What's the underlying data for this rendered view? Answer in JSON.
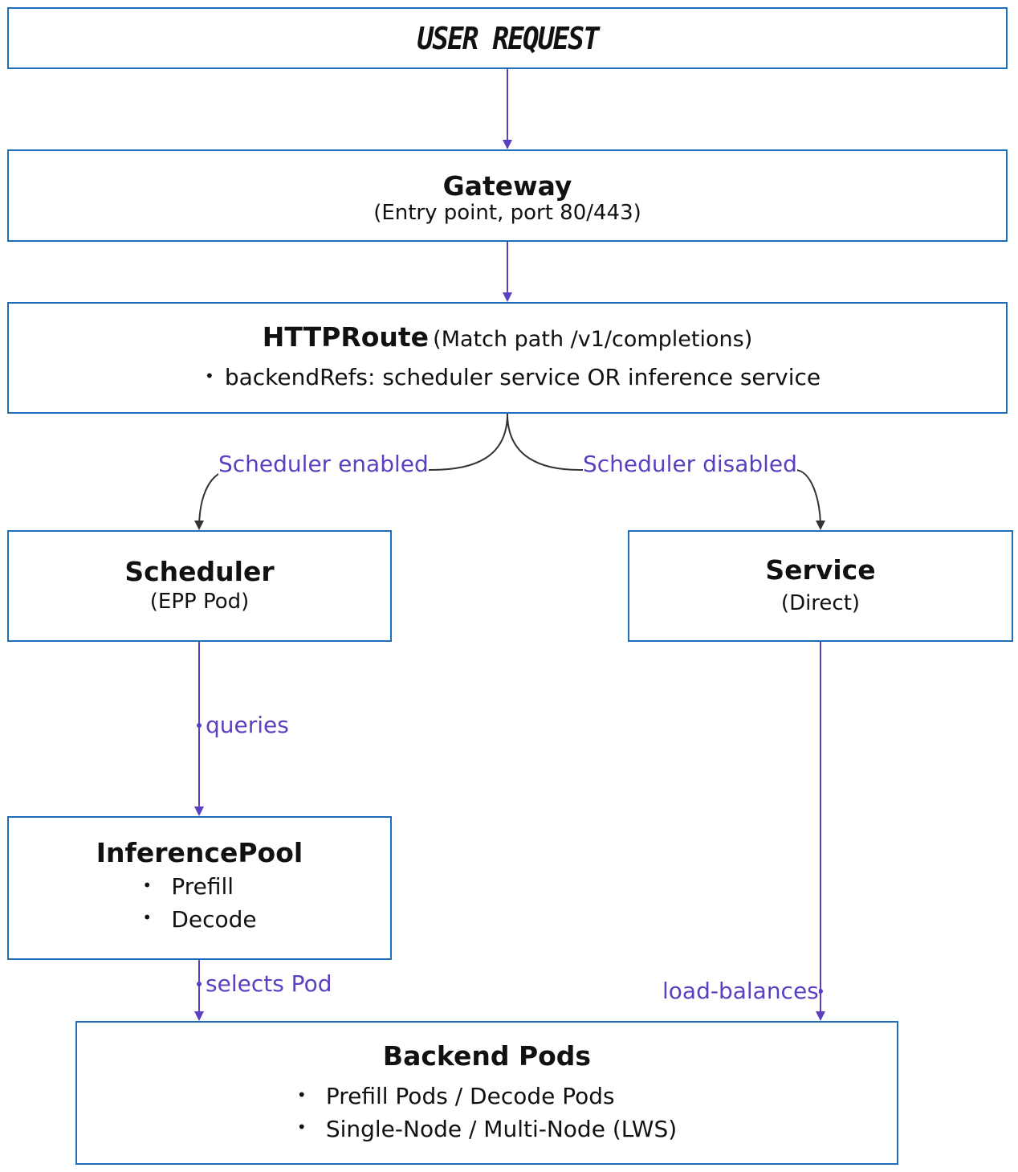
{
  "nodes": {
    "user_request": {
      "title": "USER REQUEST"
    },
    "gateway": {
      "title": "Gateway",
      "subtitle": "(Entry point, port 80/443)"
    },
    "httproute": {
      "title": "HTTPRoute",
      "subtitle": "(Match path /v1/completions)",
      "bullets": [
        "backendRefs: scheduler service OR inference service"
      ]
    },
    "scheduler": {
      "title": "Scheduler",
      "subtitle": "(EPP Pod)"
    },
    "service": {
      "title": "Service",
      "subtitle": "(Direct)"
    },
    "inference_pool": {
      "title": "InferencePool",
      "bullets": [
        "Prefill",
        "Decode"
      ]
    },
    "backend_pods": {
      "title": "Backend Pods",
      "bullets": [
        "Prefill Pods / Decode Pods",
        "Single-Node / Multi-Node (LWS)"
      ]
    }
  },
  "edges": {
    "scheduler_enabled": "Scheduler enabled",
    "scheduler_disabled": "Scheduler disabled",
    "queries": "queries",
    "selects_pod": "selects Pod",
    "load_balances": "load-balances"
  },
  "colors": {
    "box_border": "#1f6fb8",
    "arrow_purple": "#5b3fc0",
    "arrow_dark": "#333333",
    "label_purple": "#5b3fc0"
  }
}
